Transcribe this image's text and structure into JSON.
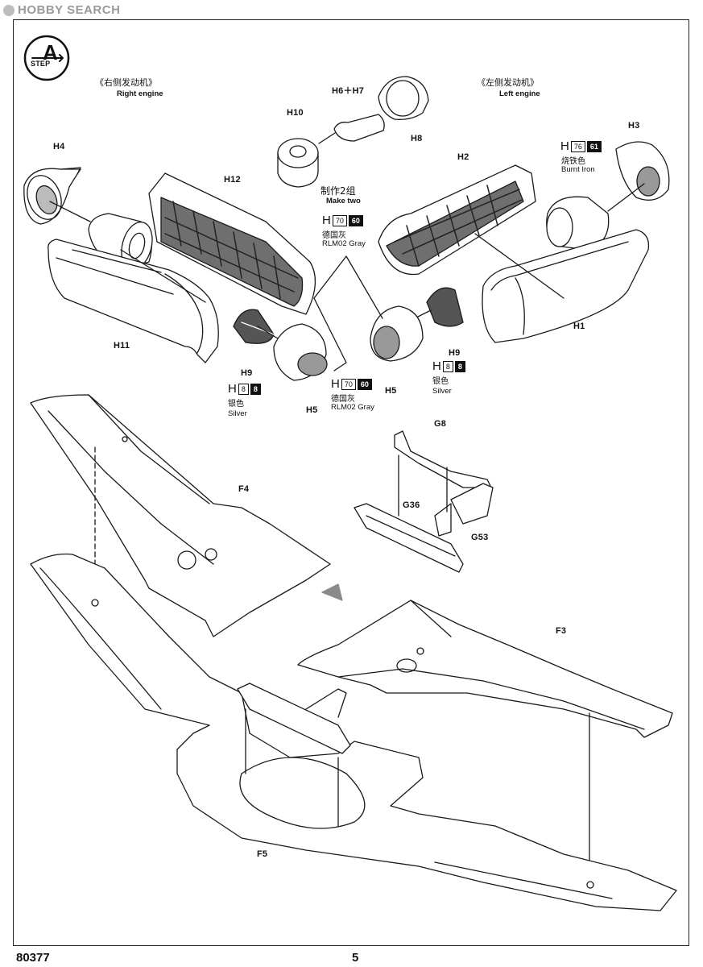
{
  "watermark": {
    "text": "HOBBY SEARCH",
    "logo_icon": "hobbysearch-logo-icon"
  },
  "step": {
    "label": "STEP",
    "letter": "A"
  },
  "right_engine": {
    "cn": "《右侧发动机》",
    "en": "Right engine"
  },
  "left_engine": {
    "cn": "《左侧发动机》",
    "en": "Left engine"
  },
  "make_two": {
    "cn": "制作2组",
    "en": "Make two"
  },
  "parts": {
    "h1": "H1",
    "h2": "H2",
    "h3": "H3",
    "h4": "H4",
    "h5a": "H5",
    "h5b": "H5",
    "h6h7": "H6＋H7",
    "h8": "H8",
    "h9a": "H9",
    "h9b": "H9",
    "h10": "H10",
    "h11": "H11",
    "h12": "H12",
    "g8": "G8",
    "g36": "G36",
    "g53": "G53",
    "f3": "F3",
    "f4": "F4",
    "f5": "F5"
  },
  "paints": {
    "burnt_iron": {
      "h": "H",
      "box": "76",
      "num": "61",
      "cn": "烧铁色",
      "en": "Burnt Iron"
    },
    "rlm02_a": {
      "h": "H",
      "box": "70",
      "num": "60",
      "cn": "德国灰",
      "en": "RLM02 Gray"
    },
    "rlm02_b": {
      "h": "H",
      "box": "70",
      "num": "60",
      "cn": "德国灰",
      "en": "RLM02 Gray"
    },
    "silver_a": {
      "h": "H",
      "box": "8",
      "num": "8",
      "cn": "银色",
      "en": "Silver"
    },
    "silver_b": {
      "h": "H",
      "box": "8",
      "num": "8",
      "cn": "银色",
      "en": "Silver"
    }
  },
  "footer": {
    "code": "80377",
    "page": "5"
  },
  "colors": {
    "line": "#1a1a1a",
    "dark_part": "#555555",
    "shade": "#8a8a8a",
    "watermark": "#9a9a9a"
  }
}
